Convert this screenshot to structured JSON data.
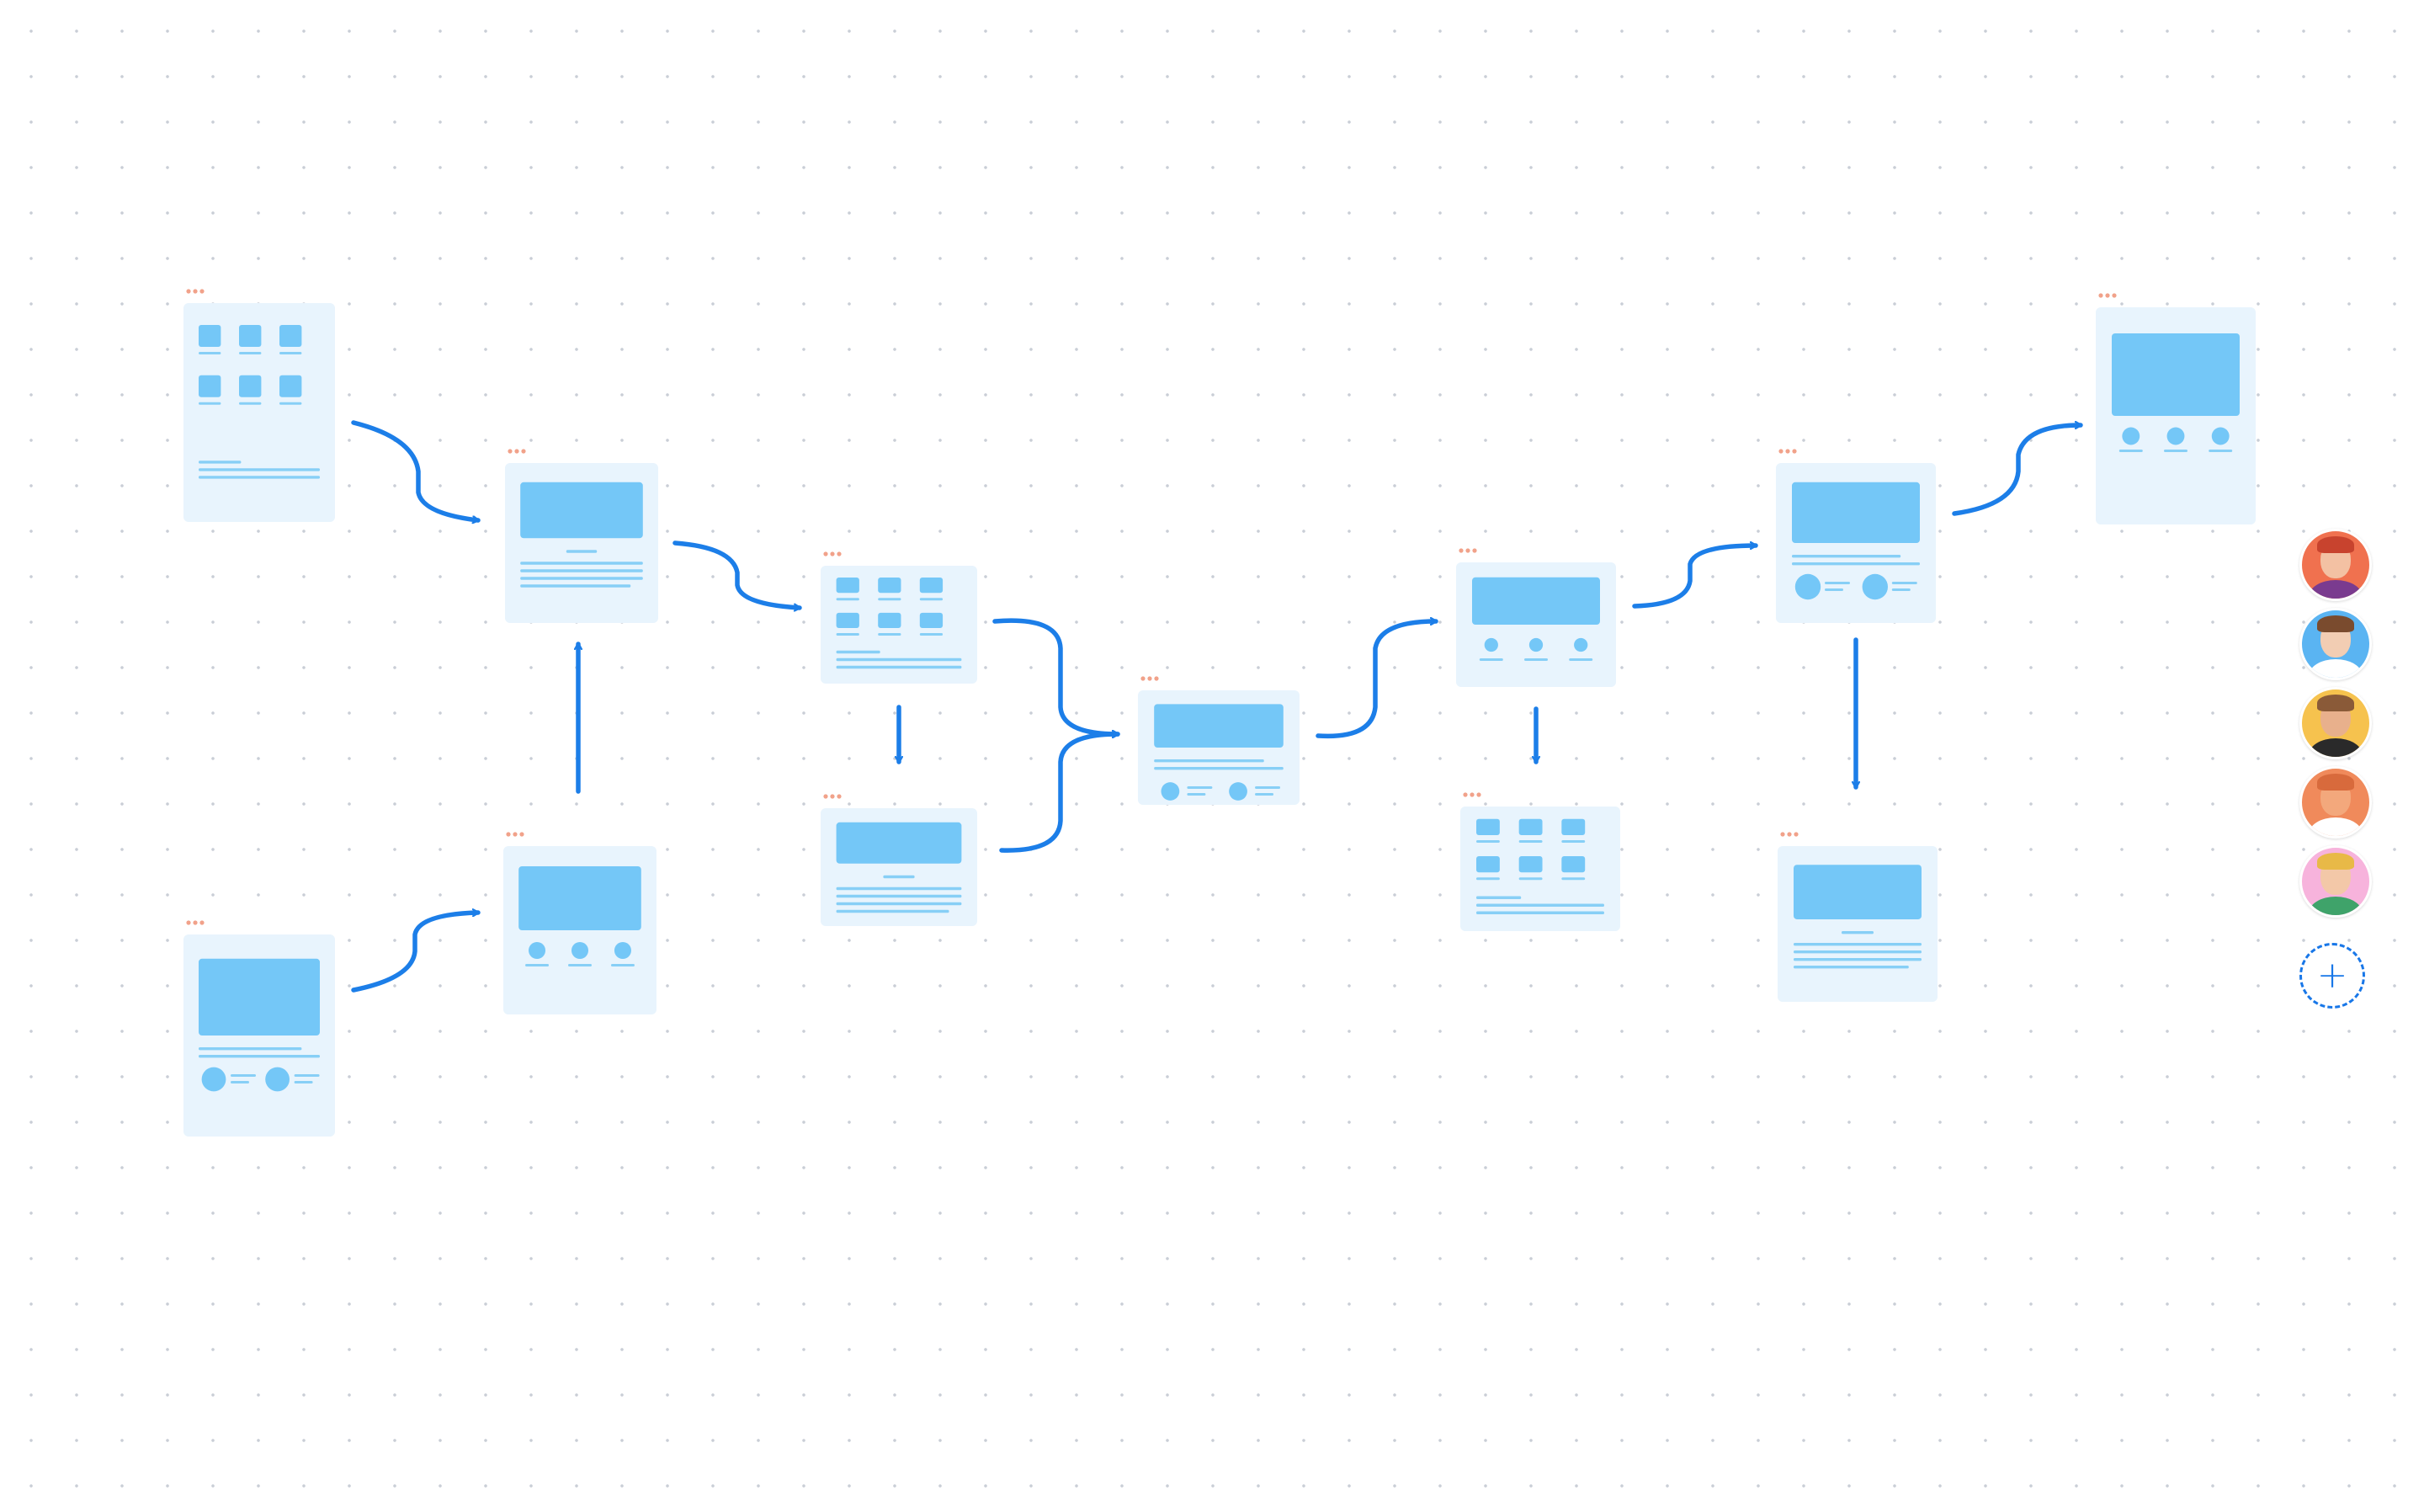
{
  "colors": {
    "connector": "#1c7ee8",
    "frame_bg": "#e8f4fd",
    "frame_block": "#74c7f7",
    "frame_line": "#87cff6",
    "frame_dots": "#f1a28a",
    "add_button": "#1877e8"
  },
  "collaborators": [
    {
      "icon": "avatar-woman-red-hair",
      "bg": "#f0714f",
      "skin": "#f3c1a3",
      "hair": "#c8432e",
      "shirt": "#7a3b8f"
    },
    {
      "icon": "avatar-man-blue",
      "bg": "#5ab4f2",
      "skin": "#f2cdb3",
      "hair": "#7a4b2e",
      "shirt": "#ffffff"
    },
    {
      "icon": "avatar-man-beard",
      "bg": "#f6c24e",
      "skin": "#e8b08c",
      "hair": "#8a5a38",
      "shirt": "#2a2a2a"
    },
    {
      "icon": "avatar-man-orange",
      "bg": "#f08a5b",
      "skin": "#f3a87c",
      "hair": "#d86a3c",
      "shirt": "#ffffff"
    },
    {
      "icon": "avatar-woman-glasses",
      "bg": "#f7b3dc",
      "skin": "#f3c8a8",
      "hair": "#e8b947",
      "shirt": "#3fa36a"
    }
  ],
  "add_collaborator_icon": "plus-icon",
  "add_collaborator_symbol": "+"
}
